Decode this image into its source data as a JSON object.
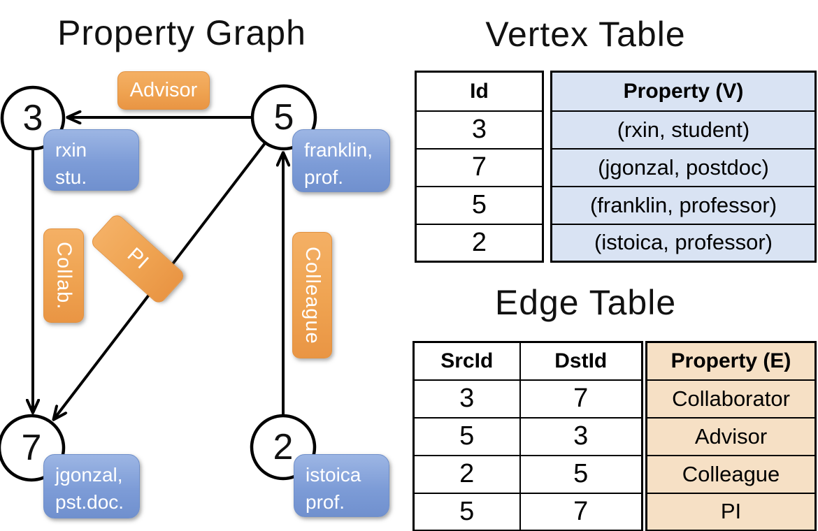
{
  "graph": {
    "title": "Property Graph",
    "nodes": [
      {
        "id": "3",
        "label_line1": "rxin",
        "label_line2": "stu."
      },
      {
        "id": "5",
        "label_line1": "franklin,",
        "label_line2": "prof."
      },
      {
        "id": "7",
        "label_line1": "jgonzal,",
        "label_line2": "pst.doc."
      },
      {
        "id": "2",
        "label_line1": "istoica",
        "label_line2": "prof."
      }
    ],
    "edge_labels": {
      "advisor": "Advisor",
      "collab": "Collab.",
      "pi": "PI",
      "colleague": "Colleague"
    }
  },
  "vertex_table": {
    "title": "Vertex Table",
    "columns": {
      "id": "Id",
      "property": "Property (V)"
    },
    "rows": [
      {
        "id": "3",
        "property": "(rxin, student)"
      },
      {
        "id": "7",
        "property": "(jgonzal, postdoc)"
      },
      {
        "id": "5",
        "property": "(franklin, professor)"
      },
      {
        "id": "2",
        "property": "(istoica, professor)"
      }
    ]
  },
  "edge_table": {
    "title": "Edge Table",
    "columns": {
      "src": "SrcId",
      "dst": "DstId",
      "property": "Property (E)"
    },
    "rows": [
      {
        "src": "3",
        "dst": "7",
        "property": "Collaborator"
      },
      {
        "src": "5",
        "dst": "3",
        "property": "Advisor"
      },
      {
        "src": "2",
        "dst": "5",
        "property": "Colleague"
      },
      {
        "src": "5",
        "dst": "7",
        "property": "PI"
      }
    ]
  },
  "colors": {
    "edge_label_orange": "#EFA351",
    "vertex_label_blue": "#7D9CD7",
    "vertex_table_fill": "#D9E3F3",
    "edge_table_fill": "#F6E0C5",
    "line_black": "#000000"
  }
}
